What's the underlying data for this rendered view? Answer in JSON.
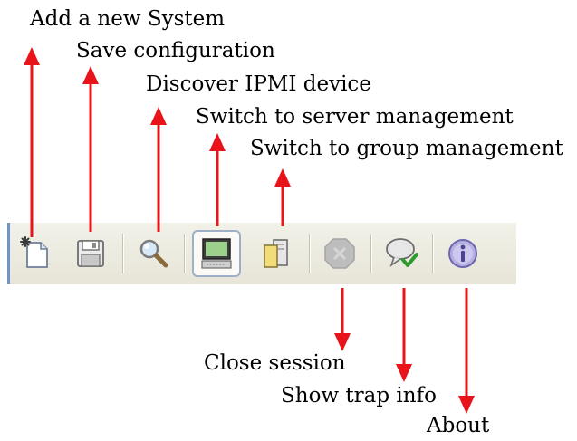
{
  "labels": {
    "add_system": "Add a new System",
    "save_configuration": "Save configuration",
    "discover_ipmi": "Discover IPMI device",
    "switch_server": "Switch to server management",
    "switch_group": "Switch to group management",
    "close_session": "Close session",
    "show_trap_info": "Show trap info",
    "about": "About"
  },
  "toolbar": {
    "buttons": [
      {
        "icon": "new-system-icon",
        "state": "normal"
      },
      {
        "icon": "floppy-disk-icon",
        "state": "normal"
      },
      {
        "icon": "magnifier-icon",
        "state": "normal"
      },
      {
        "icon": "computer-monitor-icon",
        "state": "pressed"
      },
      {
        "icon": "group-documents-icon",
        "state": "normal"
      },
      {
        "icon": "close-session-icon",
        "state": "disabled"
      },
      {
        "icon": "speech-bubble-check-icon",
        "state": "normal"
      },
      {
        "icon": "info-icon",
        "state": "normal"
      }
    ]
  },
  "colors": {
    "arrow": "#e8141a",
    "toolbar_bg": "#ebe9dc",
    "toolbar_edge": "#6d95c5"
  }
}
